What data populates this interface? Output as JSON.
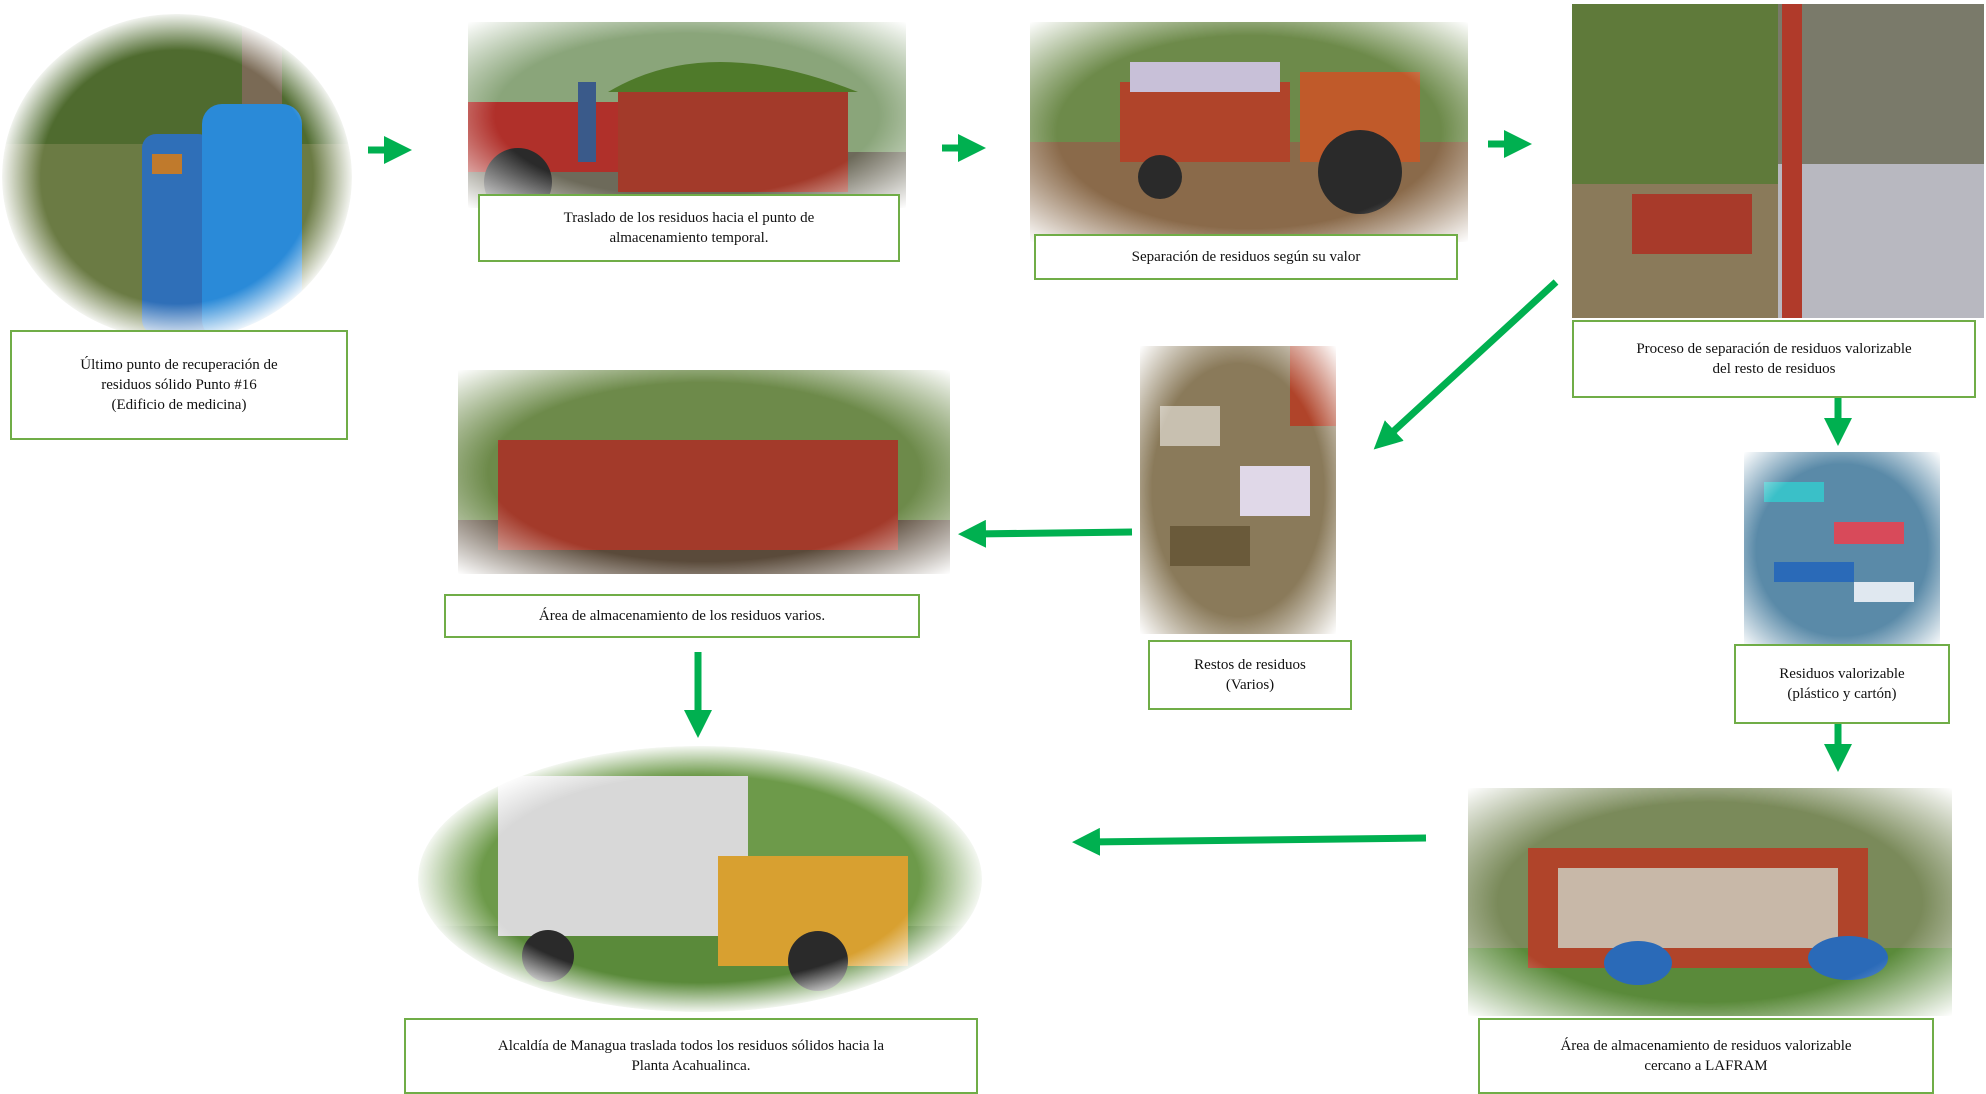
{
  "colors": {
    "arrow": "#00b050",
    "caption_border": "#70ad47"
  },
  "steps": {
    "s1": {
      "text": "Último punto de recuperación de\nresiduos sólido Punto #16\n(Edificio de medicina)",
      "photo": "waste bins outdoors"
    },
    "s2": {
      "text": "Traslado de los residuos hacia el punto de\nalmacenamiento temporal.",
      "photo": "tractor trailer with branches"
    },
    "s3": {
      "text": "Separación de residuos según su valor",
      "photo": "tractor trailer loaded with waste"
    },
    "s4": {
      "text": "Proceso de separación de residuos valorizable\ndel resto de residuos",
      "photo": "people separating waste"
    },
    "s5": {
      "text": "Residuos valorizable\n(plástico y cartón)",
      "photo": "plastic bottles"
    },
    "s6": {
      "text": "Restos de residuos\n(Varios)",
      "photo": "mixed waste pile"
    },
    "s7": {
      "text": "Área de almacenamiento de los residuos varios.",
      "photo": "red storage container"
    },
    "s8": {
      "text": "Área  de almacenamiento de residuos valorizable\ncercano a LAFRAM",
      "photo": "red container with recyclables"
    },
    "s9": {
      "text": "Alcaldía de Managua traslada todos los residuos sólidos hacia la\nPlanta Acahualinca.",
      "photo": "yellow truck"
    }
  }
}
